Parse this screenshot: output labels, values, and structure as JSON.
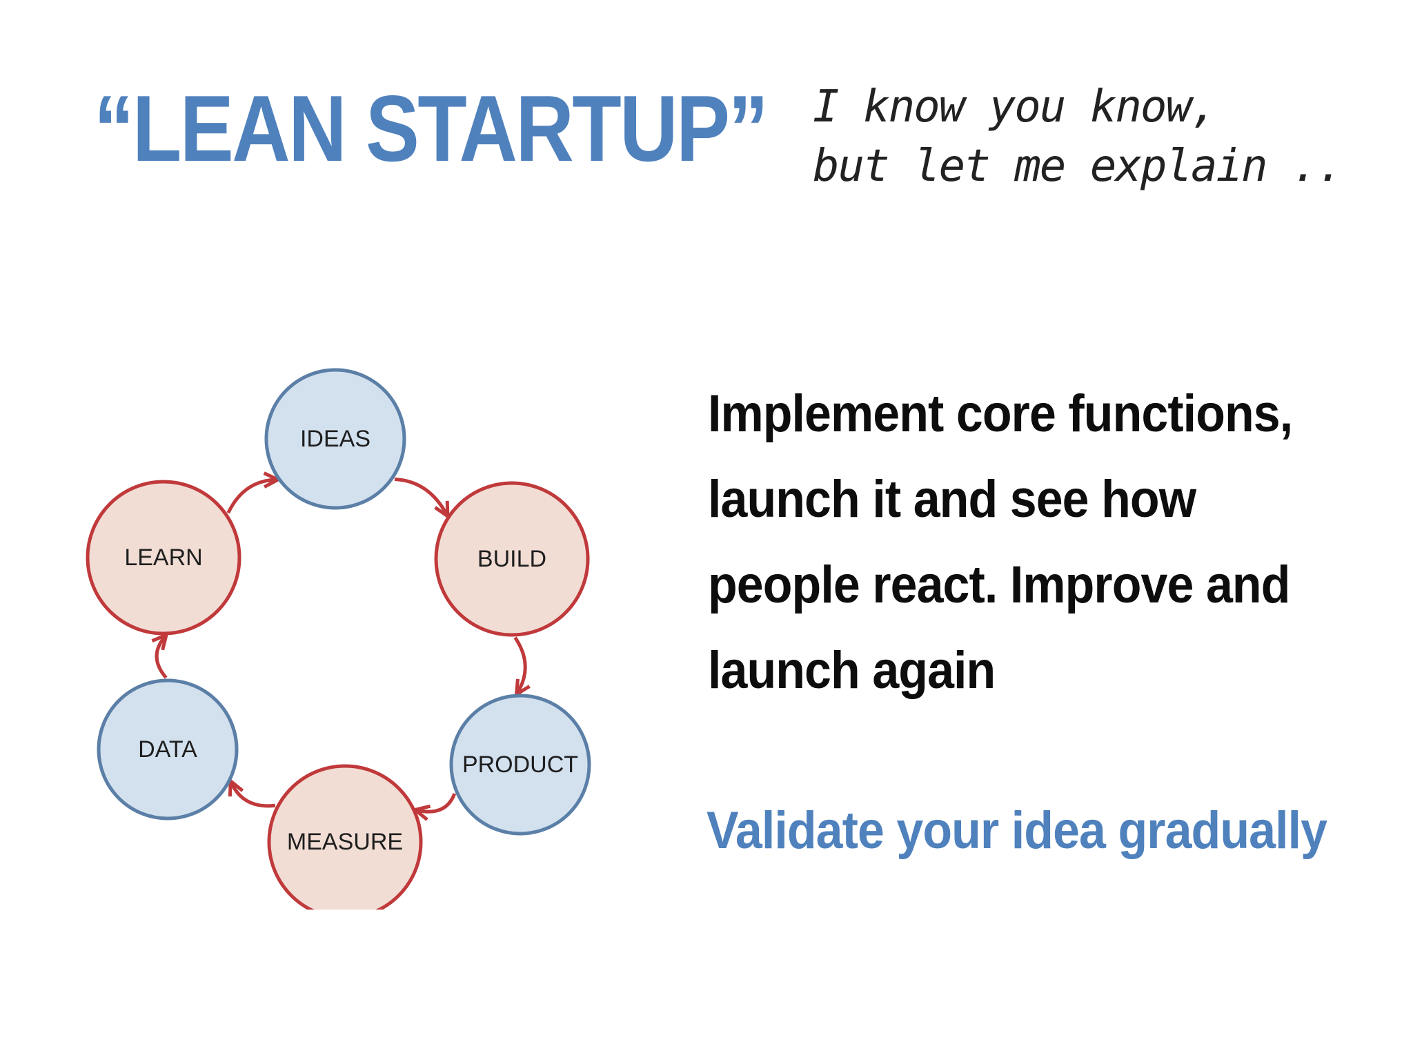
{
  "slide": {
    "title": "“LEAN STARTUP”",
    "aside_lines": [
      "I know you know,",
      "but let me explain .."
    ],
    "body_lines": [
      "Implement core functions,",
      "launch it and see how",
      "people react. Improve and",
      "launch again"
    ],
    "tagline": "Validate your idea gradually"
  },
  "diagram": {
    "nodes": [
      {
        "id": "ideas",
        "label": "IDEAS",
        "kind": "artifact"
      },
      {
        "id": "build",
        "label": "BUILD",
        "kind": "action"
      },
      {
        "id": "product",
        "label": "PRODUCT",
        "kind": "artifact"
      },
      {
        "id": "measure",
        "label": "MEASURE",
        "kind": "action"
      },
      {
        "id": "data",
        "label": "DATA",
        "kind": "artifact"
      },
      {
        "id": "learn",
        "label": "LEARN",
        "kind": "action"
      }
    ],
    "edges": [
      {
        "from": "ideas",
        "to": "build"
      },
      {
        "from": "build",
        "to": "product"
      },
      {
        "from": "product",
        "to": "measure"
      },
      {
        "from": "measure",
        "to": "data"
      },
      {
        "from": "data",
        "to": "learn"
      },
      {
        "from": "learn",
        "to": "ideas"
      }
    ],
    "colors": {
      "action_fill": "#f2ddd5",
      "action_stroke": "#c0393b",
      "artifact_fill": "#d3e1ef",
      "artifact_stroke": "#5b7fa6",
      "edge": "#c0393b",
      "label": "#1e1e1e"
    }
  },
  "theme": {
    "accent": "#4f81bd",
    "text": "#0d0d0d"
  }
}
